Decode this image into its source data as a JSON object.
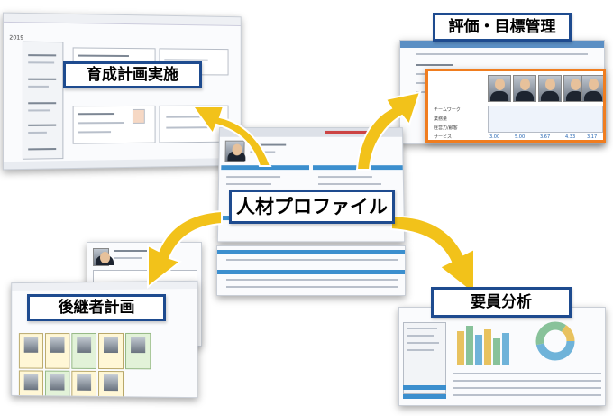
{
  "labels": {
    "center": "人材プロファイル",
    "top_left": "育成計画実施",
    "top_right": "評価・目標管理",
    "bottom_left": "後継者計画",
    "bottom_right": "要員分析"
  },
  "evaluation_panel": {
    "row_labels": [
      "チームワーク",
      "業務量",
      "経営力/顧客",
      "サービス"
    ],
    "scores": [
      "3.00",
      "5.00",
      "3.67",
      "4.33",
      "3.17"
    ]
  },
  "development_panel": {
    "year": "2019"
  },
  "colors": {
    "label_border": "#1e4b8f",
    "arrow_fill": "#f2c21a",
    "accent_blue": "#3c8fce",
    "evaluation_border": "#f07d1f",
    "donut": [
      "#6fb3d9",
      "#88c29a",
      "#e8c25f"
    ]
  },
  "icons": {
    "arrow_top_left": "curved-arrow-up-left-icon",
    "arrow_top_right": "curved-arrow-up-right-icon",
    "arrow_bottom_left": "curved-arrow-down-left-icon",
    "arrow_bottom_right": "curved-arrow-down-right-icon"
  }
}
